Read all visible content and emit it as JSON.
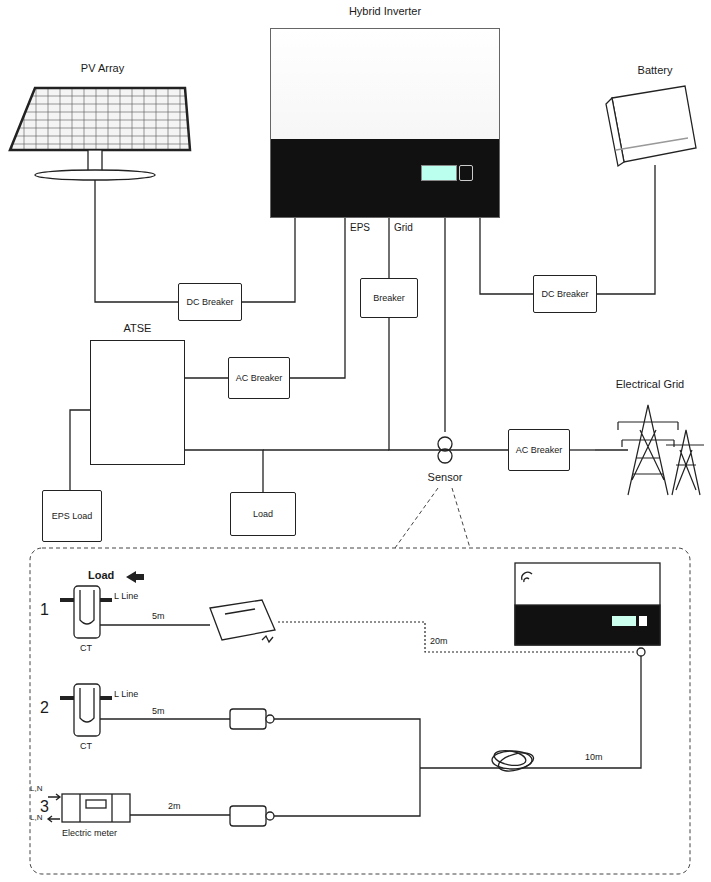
{
  "diagram": {
    "nodes": [
      {
        "text": [
          "Hybrid Inverter"
        ]
      },
      {
        "text": [
          "PV Array"
        ]
      },
      {
        "text": [
          "Battery"
        ]
      },
      {
        "text": [
          "DC Breaker"
        ]
      },
      {
        "text": [
          "Breaker"
        ]
      },
      {
        "text": [
          "DC Breaker"
        ]
      },
      {
        "text": [
          "ATSE"
        ]
      },
      {
        "text": [
          "AC Breaker"
        ]
      },
      {
        "text": [
          "EPS Load"
        ]
      },
      {
        "text": [
          "Load"
        ]
      },
      {
        "text": [
          "Sensor"
        ]
      },
      {
        "text": [
          "AC Breaker"
        ]
      },
      {
        "text": [
          "Electrical Grid"
        ]
      }
    ],
    "edges": [
      {
        "from": 1,
        "to": 3,
        "arrow": "none"
      },
      {
        "from": 3,
        "to": 0,
        "arrow": "none"
      },
      {
        "from": 0,
        "to": 5,
        "arrow": "none"
      },
      {
        "from": 5,
        "to": 2,
        "arrow": "none"
      },
      {
        "from": 0,
        "to": 7,
        "arrow": "none"
      },
      {
        "from": 7,
        "to": 6,
        "arrow": "none"
      },
      {
        "from": 0,
        "to": 4,
        "arrow": "none"
      },
      {
        "from": 4,
        "to": 10,
        "arrow": "none"
      },
      {
        "from": 6,
        "to": 8,
        "arrow": "none"
      },
      {
        "from": 6,
        "to": 9,
        "arrow": "none"
      },
      {
        "from": 10,
        "to": 11,
        "arrow": "none"
      },
      {
        "from": 11,
        "to": 12,
        "arrow": "none"
      },
      {
        "from": 0,
        "to": 10,
        "arrow": "none"
      }
    ],
    "labels": [
      "EPS",
      "Grid",
      "Load",
      "1",
      "L Line",
      "CT",
      "5m",
      "20m",
      "2",
      "L Line",
      "CT",
      "5m",
      "10m",
      "3",
      "L,N",
      "L,N",
      "Electric meter",
      "2m"
    ]
  }
}
